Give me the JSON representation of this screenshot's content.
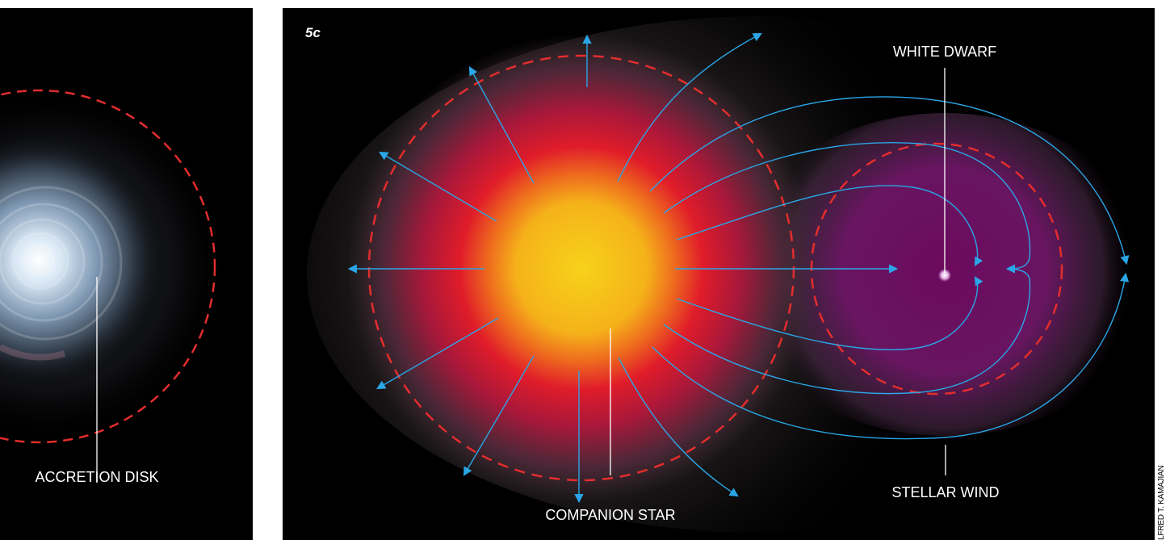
{
  "figure": {
    "panel_label": "5c",
    "labels": {
      "accretion_disk": "ACCRETION DISK",
      "white_dwarf": "WHITE DWARF",
      "companion_star": "COMPANION STAR",
      "stellar_wind": "STELLAR WIND"
    },
    "credit": "LFRED T. KAMAJIAN"
  },
  "colors": {
    "background": "#000000",
    "roche_lobe_dash": "#e32d2d",
    "wind_arrows": "#2aa6e6",
    "label_text": "#ffffff",
    "leader_line": "#ffffff",
    "star_core": "#f5c518",
    "star_halo": "#e8242c",
    "wind_nebula": "#7a1a6e",
    "disk_glow": "#b9d4ea"
  }
}
